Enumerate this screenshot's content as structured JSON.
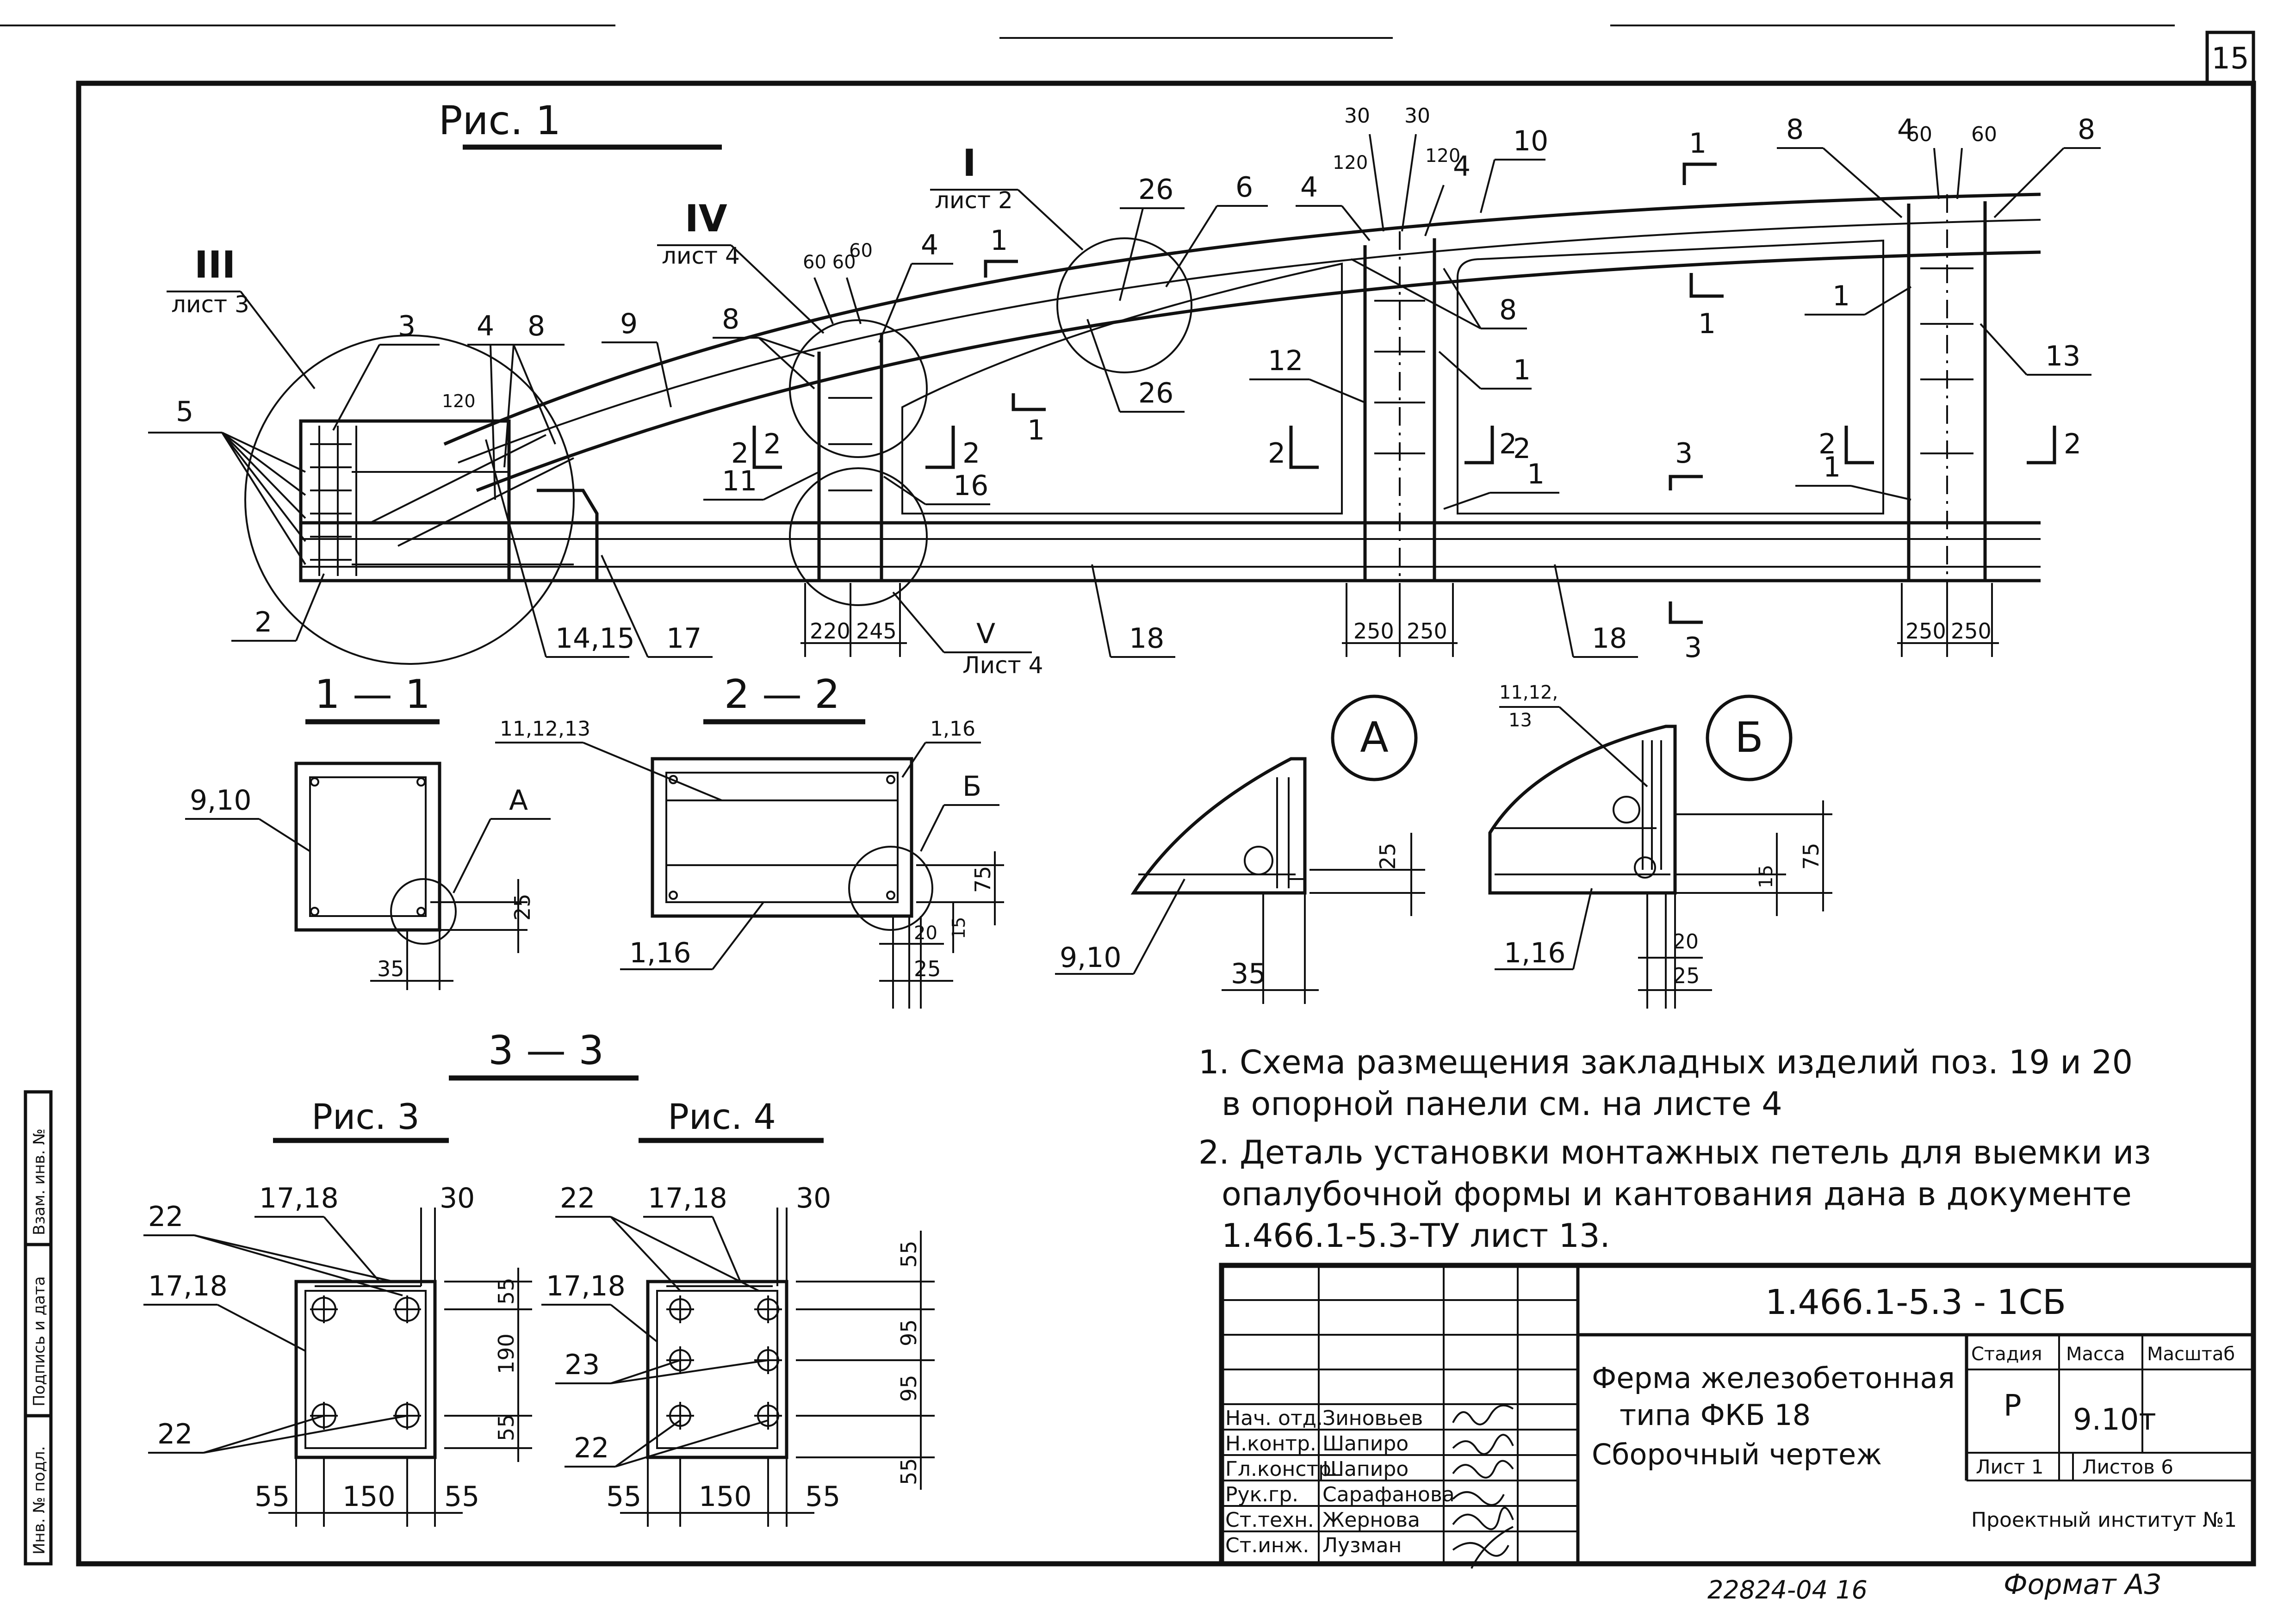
{
  "sheet_number": "15",
  "views": {
    "fig1": "Рис. 1",
    "sec11": "1 — 1",
    "sec22": "2 — 2",
    "sec33": "3 — 3",
    "fig3": "Рис. 3",
    "fig4": "Рис. 4",
    "detA": "А",
    "detB": "Б"
  },
  "callouts": {
    "I": {
      "roman": "I",
      "ref": "лист 2"
    },
    "III": {
      "roman": "III",
      "ref": "лист 3"
    },
    "IV": {
      "roman": "IV",
      "ref": "лист 4"
    },
    "V": {
      "roman": "V",
      "ref": "Лист 4"
    }
  },
  "fig1_positions": {
    "p5": "5",
    "p3": "3",
    "p4a": "4",
    "p8a": "8",
    "p9": "9",
    "p120a": "120",
    "p2": "2",
    "p1415": "14,15",
    "p17": "17",
    "p8b": "8",
    "p6060a": "60 60",
    "p60a": "60",
    "p4b": "4",
    "p11": "11",
    "p16": "16",
    "p18a": "18",
    "p18b": "18",
    "p26a": "26",
    "p26b": "26",
    "p6": "6",
    "p30a": "30",
    "p30b": "30",
    "p120b": "120",
    "p120c": "120",
    "p4c": "4",
    "p4d": "4",
    "p10": "10",
    "p8c": "8",
    "p1a": "1",
    "p12": "12",
    "p1b": "1",
    "p8d": "8",
    "p4e": "4",
    "p60b": "60",
    "p60c": "60",
    "p8e": "8",
    "p1c": "1",
    "p13": "13",
    "p1d": "1"
  },
  "fig1_section_marks": {
    "s1a": "1",
    "s1b": "1",
    "s1c": "1",
    "s1d": "1",
    "s2a": "2",
    "s2b": "2",
    "s2c": "2",
    "s2d": "2",
    "s2e": "2",
    "s2f": "2",
    "s2g": "2",
    "s2h": "2",
    "s3a": "3",
    "s3b": "3"
  },
  "fig1_dims": {
    "d220": "220",
    "d245": "245",
    "d250a": "250",
    "d250b": "250",
    "d250c": "250",
    "d250d": "250"
  },
  "sections": {
    "s11": {
      "pos": "9,10",
      "detail": "А",
      "d25": "25",
      "d35": "35"
    },
    "s22": {
      "pos_top": "11,12,13",
      "pos_right": "1,16",
      "pos_bottom": "1,16",
      "detail": "Б",
      "d75": "75",
      "d20": "20",
      "d15": "15",
      "d25": "25"
    }
  },
  "details": {
    "A": {
      "pos": "9,10",
      "d25": "25",
      "d35": "35"
    },
    "B": {
      "pos_top": "11,12,",
      "pos_top2": "13",
      "pos_bottom": "1,16",
      "d15": "15",
      "d75": "75",
      "d20": "20",
      "d25": "25"
    }
  },
  "fig3": {
    "p22a": "22",
    "p1718a": "17,18",
    "p1718b": "17,18",
    "p22b": "22",
    "d30": "30",
    "d55a": "55",
    "d190": "190",
    "d55b": "55",
    "d55c": "55",
    "d150": "150",
    "d55d": "55"
  },
  "fig4": {
    "p22a": "22",
    "p1718a": "17,18",
    "p1718b": "17,18",
    "p23": "23",
    "p22b": "22",
    "d30": "30",
    "d55a": "55",
    "d95a": "95",
    "d95b": "95",
    "d55b": "55",
    "d55c": "55",
    "d150": "150",
    "d55d": "55"
  },
  "notes": [
    "1. Схема размещения   закладных  изделий   поз.  19 и 20",
    "в опорной  панели     см.  на  листе  4",
    "2. Деталь установки монтажных петель для выемки из",
    "опалубочной формы и кантования дана в документе",
    "1.466.1-5.3-ТУ  лист 13."
  ],
  "title_block": {
    "code": "1.466.1-5.3 - 1СБ",
    "name": [
      "Ферма железобетонная",
      "типа ФКБ 18",
      "Сборочный чертеж"
    ],
    "stage_header": "Стадия",
    "mass_header": "Масса",
    "scale_header": "Масштаб",
    "stage": "Р",
    "mass": "9.10т",
    "sheet": "Лист 1",
    "sheets": "Листов 6",
    "org": "Проектный институт №1",
    "roles": [
      {
        "role": "Нач. отд.",
        "name": "Зиновьев"
      },
      {
        "role": "Н.контр.",
        "name": "Шапиро"
      },
      {
        "role": "Гл.констр.",
        "name": "Шапиро"
      },
      {
        "role": "Рук.гр.",
        "name": "Сарафанова"
      },
      {
        "role": "Ст.техн.",
        "name": "Жернова"
      },
      {
        "role": "Ст.инж.",
        "name": "Лузман"
      }
    ]
  },
  "left_margin": [
    "Инв. № подл.",
    "Подпись и дата",
    "Взам. инв. №"
  ],
  "footer": {
    "inventory": "22824-04   16",
    "format": "Формат А3"
  }
}
